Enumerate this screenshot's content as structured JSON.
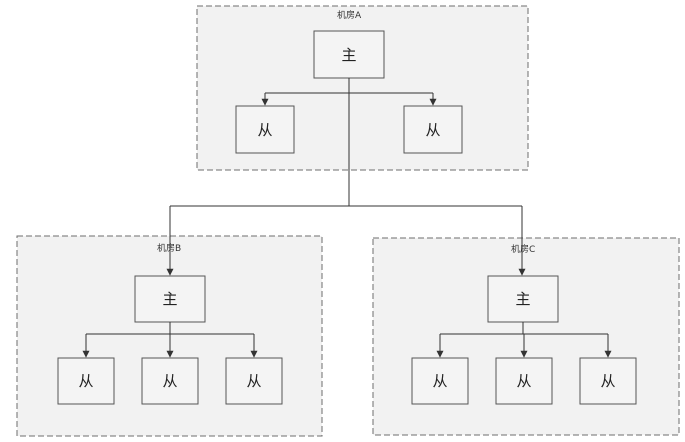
{
  "diagram": {
    "rooms": {
      "a": {
        "label": "机房A"
      },
      "b": {
        "label": "机房B"
      },
      "c": {
        "label": "机房C"
      }
    },
    "master_label": "主",
    "slave_label": "从"
  }
}
